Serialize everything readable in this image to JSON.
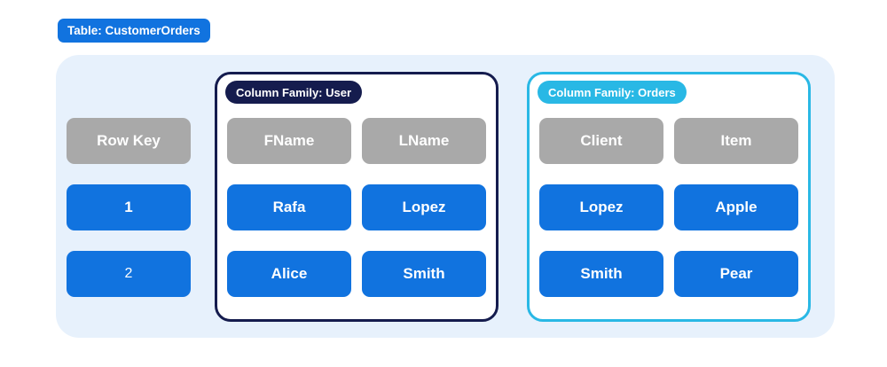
{
  "table_badge": "Table: CustomerOrders",
  "row_key": {
    "header": "Row Key",
    "cells": [
      "1",
      "2"
    ]
  },
  "families": [
    {
      "badge": "Column Family: User",
      "columns": [
        "FName",
        "LName"
      ],
      "rows": [
        [
          "Rafa",
          "Lopez"
        ],
        [
          "Alice",
          "Smith"
        ]
      ]
    },
    {
      "badge": "Column Family: Orders",
      "columns": [
        "Client",
        "Item"
      ],
      "rows": [
        [
          "Lopez",
          "Apple"
        ],
        [
          "Smith",
          "Pear"
        ]
      ]
    }
  ],
  "colors": {
    "accent_blue": "#1173df",
    "header_gray": "#a9a9a9",
    "navy": "#151c4e",
    "cyan": "#29b8e5",
    "container_bg": "#e7f1fc",
    "cell_text": "#ffffff"
  }
}
